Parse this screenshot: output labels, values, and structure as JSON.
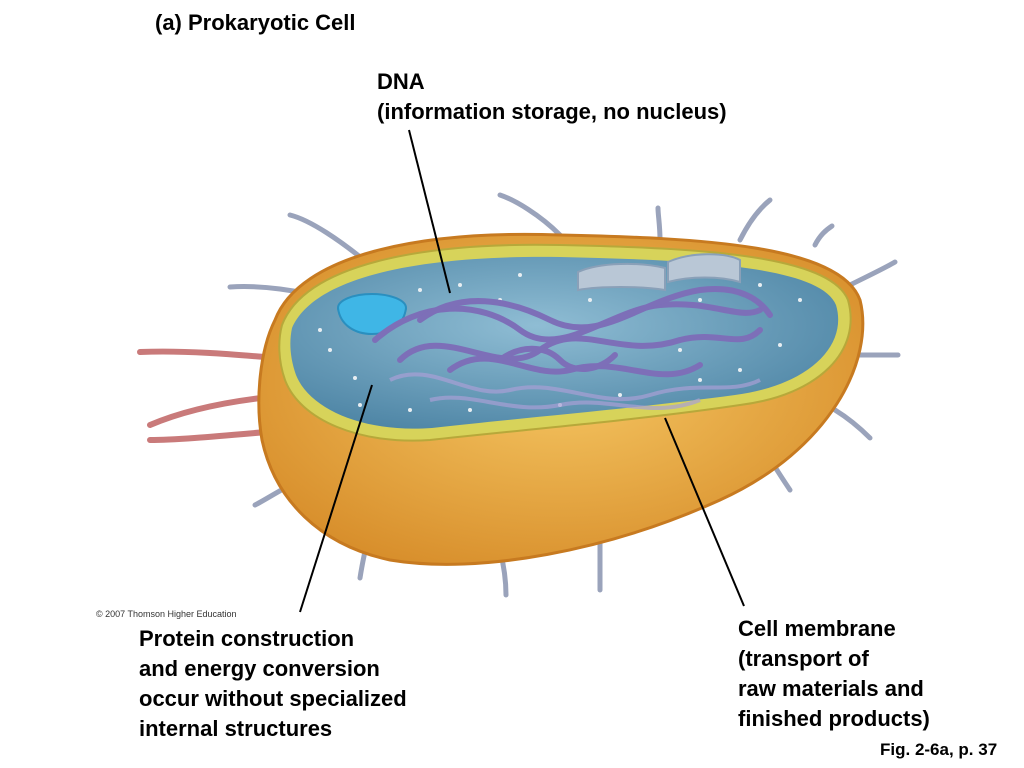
{
  "title": "(a) Prokaryotic Cell",
  "labels": {
    "dna": {
      "line1": "DNA",
      "line2": "(information storage, no nucleus)"
    },
    "protein": {
      "line1": "Protein construction",
      "line2": "and energy conversion",
      "line3": "occur without specialized",
      "line4": "internal structures"
    },
    "membrane": {
      "line1": "Cell membrane",
      "line2": "(transport of",
      "line3": "raw materials and",
      "line4": "finished products)"
    }
  },
  "copyright": "© 2007 Thomson Higher Education",
  "figure_ref": "Fig. 2-6a, p. 37",
  "colors": {
    "cell_wall": "#e8a940",
    "cell_wall_rim": "#d98a2a",
    "membrane": "#d7d35a",
    "cytoplasm": "#6fa3c0",
    "dna": "#7d6fb8",
    "pili": "#9aa3bb",
    "flagella": "#c97a7a",
    "vesicle": "#3fb6e6"
  }
}
